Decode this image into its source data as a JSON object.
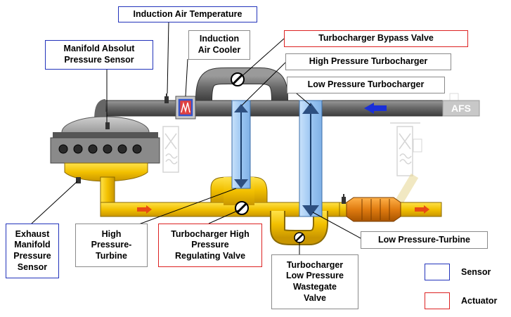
{
  "labels": {
    "induction_air_temperature": "Induction Air Temperature",
    "induction_air_cooler": "Induction\nAir Cooler",
    "manifold_absolute_pressure_sensor": "Manifold Absolut\nPressure Sensor",
    "turbocharger_bypass_valve": "Turbocharger Bypass Valve",
    "high_pressure_turbocharger": "High Pressure Turbocharger",
    "low_pressure_turbocharger": "Low Pressure Turbocharger",
    "exhaust_manifold_pressure_sensor": "Exhaust\nManifold\nPressure\nSensor",
    "high_pressure_turbine": "High\nPressure-\nTurbine",
    "turbocharger_high_pressure_regulating_valve": "Turbocharger High\nPressure\nRegulating Valve",
    "low_pressure_turbine": "Low Pressure-Turbine",
    "turbocharger_low_pressure_wastegate_valve": "Turbocharger\nLow Pressure\nWastegate\nValve",
    "afs": "AFS"
  },
  "legend": {
    "sensor": "Sensor",
    "actuator": "Actuator"
  },
  "colors": {
    "sensor_border": "#2233bb",
    "actuator_border": "#dd2222",
    "intake_pipe": "#707070",
    "exhaust_pipe": "#f2c400",
    "turbo_body": "#a8cdf5",
    "flow_arrow_intake": "#1a2fd8",
    "flow_arrow_exhaust": "#e84a14"
  }
}
